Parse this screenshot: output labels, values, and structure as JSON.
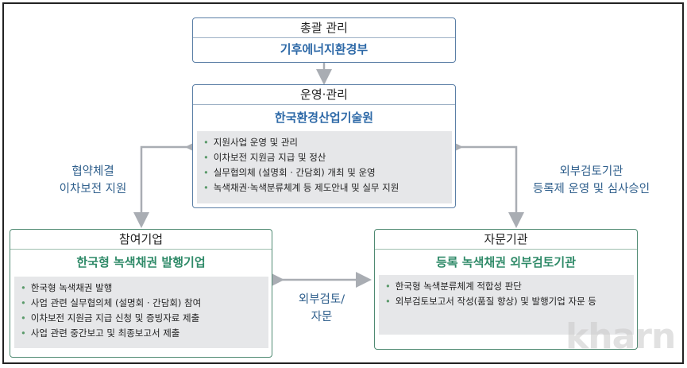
{
  "top": {
    "header": "총괄 관리",
    "org": "기후에너지환경부"
  },
  "ops": {
    "header": "운영·관리",
    "org": "한국환경산업기술원",
    "items": [
      "지원사업 운영 및 관리",
      "이차보전 지원금 지급 및 정산",
      "실무협의체 (설명회 · 간담회) 개최 및 운영",
      "녹색채권·녹색분류체계  등 제도안내 및 실무 지원"
    ]
  },
  "left": {
    "header": "참여기업",
    "org": "한국형 녹색채권 발행기업",
    "items": [
      "한국형 녹색채권 발행",
      "사업 관련 실무협의체 (설명회 · 간담회) 참여",
      "이차보전 지원금 지급 신청 및 증빙자료 제출",
      "사업 관련 중간보고 및 최종보고서 제출"
    ]
  },
  "right": {
    "header": "자문기관",
    "org": "등록 녹색채권 외부검토기관",
    "items": [
      "한국형 녹색분류체계  적합성 판단",
      "외부검토보고서  작성(품질 향상) 및 발행기업 자문 등"
    ]
  },
  "labels": {
    "left_line1": "협약체결",
    "left_line2": "이차보전 지원",
    "right_line1": "외부검토기관",
    "right_line2": "등록제 운영 및 심사승인",
    "mid_line1": "외부검토/",
    "mid_line2": "자문"
  },
  "watermark": "kharn"
}
